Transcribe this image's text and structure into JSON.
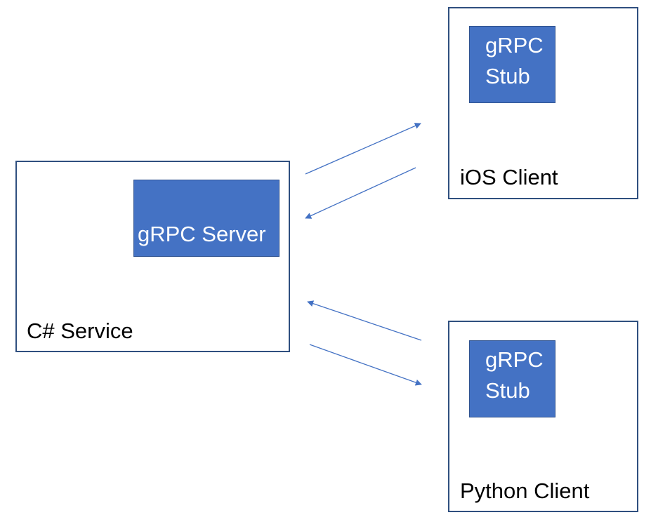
{
  "colors": {
    "stub_fill": "#4472c4",
    "box_border": "#2f4f7f",
    "arrow": "#4472c4"
  },
  "service": {
    "label": "C# Service",
    "server_label": "gRPC Server"
  },
  "ios_client": {
    "label": "iOS Client",
    "stub_line1": "gRPC",
    "stub_line2": "Stub"
  },
  "python_client": {
    "label": "Python Client",
    "stub_line1": "gRPC",
    "stub_line2": "Stub"
  },
  "arrows": [
    {
      "from": "service",
      "to": "ios_client"
    },
    {
      "from": "ios_client",
      "to": "service"
    },
    {
      "from": "python_client",
      "to": "service"
    },
    {
      "from": "service",
      "to": "python_client"
    }
  ]
}
